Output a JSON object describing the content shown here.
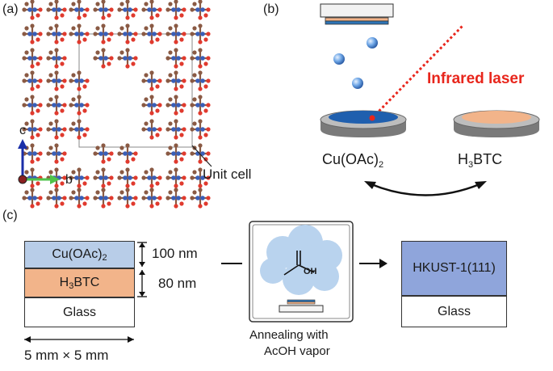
{
  "panels": {
    "a": "(a)",
    "b": "(b)",
    "c": "(c)"
  },
  "panel_a": {
    "axis_c": "c",
    "axis_b": "b",
    "unit_cell_label": "Unit cell"
  },
  "panel_b": {
    "laser_label": "Infrared laser",
    "left_target": {
      "main": "Cu(OAc)",
      "sub": "2"
    },
    "right_target": {
      "pre": "H",
      "sub": "3",
      "post": "BTC"
    }
  },
  "panel_c": {
    "stack_layers": [
      {
        "main": "Cu(OAc)",
        "sub": "2",
        "color": "#b8cde8"
      },
      {
        "pre": "H",
        "sub": "3",
        "post": "BTC",
        "color": "#f2b48a"
      },
      {
        "text": "Glass",
        "color": "#ffffff"
      }
    ],
    "thickness_top": "100 nm",
    "thickness_mid": "80 nm",
    "size": "5 mm × 5 mm",
    "anneal_line1": "Annealing with",
    "anneal_line2": "AcOH vapor",
    "oh_label": "OH",
    "result_film": "HKUST-1(111)",
    "result_substrate": "Glass"
  },
  "colors": {
    "film_blue": "#8fa5db",
    "light_blue": "#b8cde8",
    "orange": "#f2b48a",
    "laser_red": "#e8261c",
    "cloud": "#b9d3ee",
    "oxygen": "#e03a2e",
    "carbon": "#8a5a44",
    "copper": "#3a5fb8"
  }
}
